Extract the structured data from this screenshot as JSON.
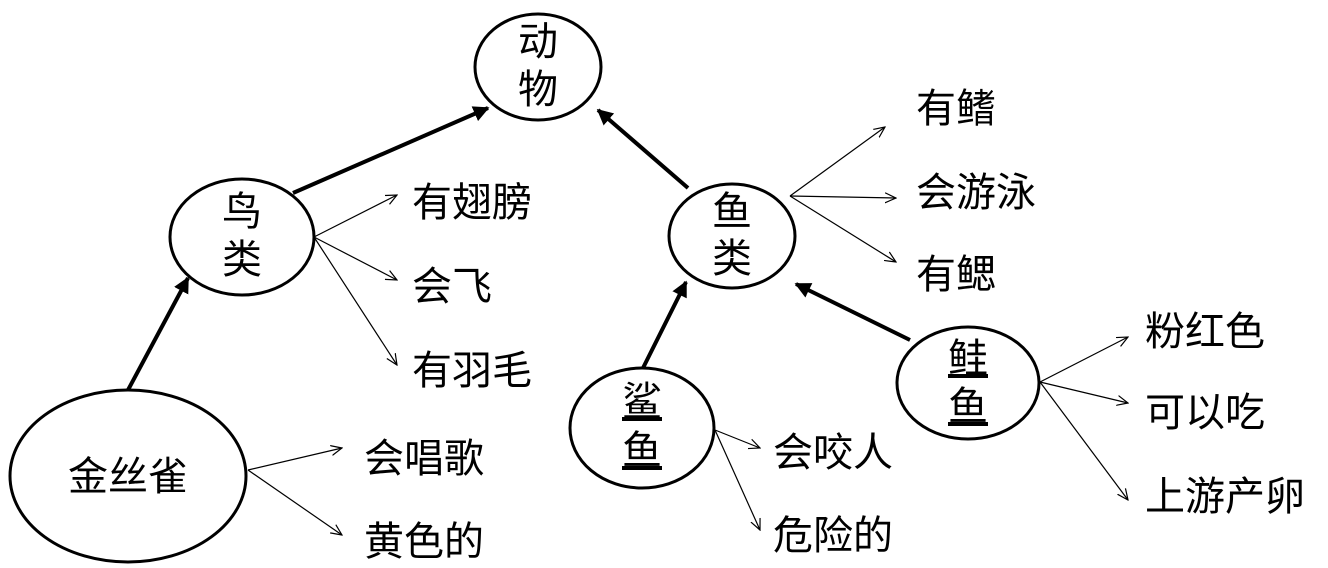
{
  "nodes": {
    "animal": {
      "lines": [
        "动",
        "物"
      ]
    },
    "bird": {
      "lines": [
        "鸟",
        "类"
      ]
    },
    "fish": {
      "lines": [
        "鱼",
        "类"
      ]
    },
    "canary": {
      "lines": [
        "金丝雀"
      ]
    },
    "shark": {
      "lines": [
        "鲨",
        "鱼"
      ]
    },
    "salmon": {
      "lines": [
        "鲑",
        "鱼"
      ]
    }
  },
  "properties": {
    "bird": [
      "有翅膀",
      "会飞",
      "有羽毛"
    ],
    "fish": [
      "有鳍",
      "会游泳",
      "有鳃"
    ],
    "canary": [
      "会唱歌",
      "黄色的"
    ],
    "shark": [
      "会咬人",
      "危险的"
    ],
    "salmon": [
      "粉红色",
      "可以吃",
      "上游产卵"
    ]
  },
  "colors": {
    "stroke": "#000000",
    "background": "#ffffff"
  }
}
